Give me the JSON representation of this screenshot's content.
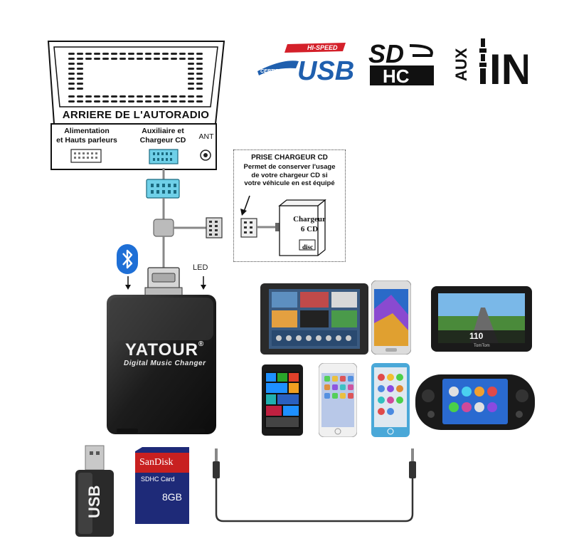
{
  "radio": {
    "title": "ARRIERE DE L'AUTORADIO",
    "power_label_line1": "Alimentation",
    "power_label_line2": "et Hauts parleurs",
    "aux_label_line1": "Auxiliaire et",
    "aux_label_line2": "Chargeur CD",
    "ant_label": "ANT"
  },
  "logos": {
    "usb_banner": "HI-SPEED",
    "usb_certified": "CERTIFIED",
    "usb_text": "USB",
    "sd_text": "SD",
    "sd_hc": "HC",
    "aux_text": "AUX",
    "aux_in": "IN"
  },
  "cd_note": {
    "title": "PRISE CHARGEUR CD",
    "line1": "Permet de conserver l'usage",
    "line2": "de votre chargeur CD si",
    "line3": "votre véhicule en est équipé",
    "changer_line1": "Chargeur",
    "changer_line2": "6 CD",
    "disc_text": "disc"
  },
  "device": {
    "brand": "YATOUR",
    "brand_mark": "®",
    "subtitle": "Digital Music Changer",
    "led_label": "LED"
  },
  "media": {
    "usb_stick_text": "USB",
    "sd_brand": "SanDisk",
    "sd_type": "SDHC Card",
    "sd_capacity": "8GB",
    "gps_brand": "TomTom",
    "gps_speed": "110"
  },
  "colors": {
    "usb_blue": "#1f5fae",
    "usb_red": "#d4202a",
    "bluetooth_blue": "#1e6fd6",
    "connector_cyan": "#6fd0e8"
  }
}
